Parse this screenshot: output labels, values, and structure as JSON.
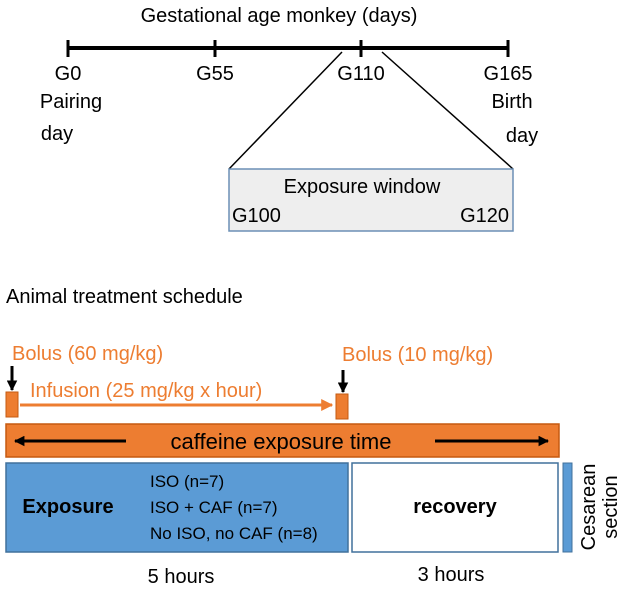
{
  "timeline": {
    "title": "Gestational age monkey (days)",
    "ticks": [
      {
        "label": "G0",
        "sub1": "Pairing",
        "sub2": "day"
      },
      {
        "label": "G55"
      },
      {
        "label": "G110"
      },
      {
        "label": "G165",
        "sub1": "Birth",
        "sub2": "day"
      }
    ],
    "window": {
      "title": "Exposure window",
      "start": "G100",
      "end": "G120"
    }
  },
  "schedule": {
    "title": "Animal treatment schedule",
    "bolus1": "Bolus (60 mg/kg)",
    "bolus2": "Bolus (10 mg/kg)",
    "infusion": "Infusion (25 mg/kg x hour)",
    "caffeine_bar": "caffeine exposure time",
    "exposure_label": "Exposure",
    "groups": [
      "ISO (n=7)",
      "ISO + CAF (n=7)",
      "No ISO, no CAF (n=8)"
    ],
    "recovery_label": "recovery",
    "cesarean1": "Cesarean",
    "cesarean2": "section",
    "duration_exposure": "5 hours",
    "duration_recovery": "3 hours"
  },
  "colors": {
    "orange": "#ED7D31",
    "blue": "#5B9BD5",
    "window_fill": "#EEEEEE",
    "window_border": "#6B8FB5",
    "bar_border": "#41719C",
    "line": "#000000"
  }
}
